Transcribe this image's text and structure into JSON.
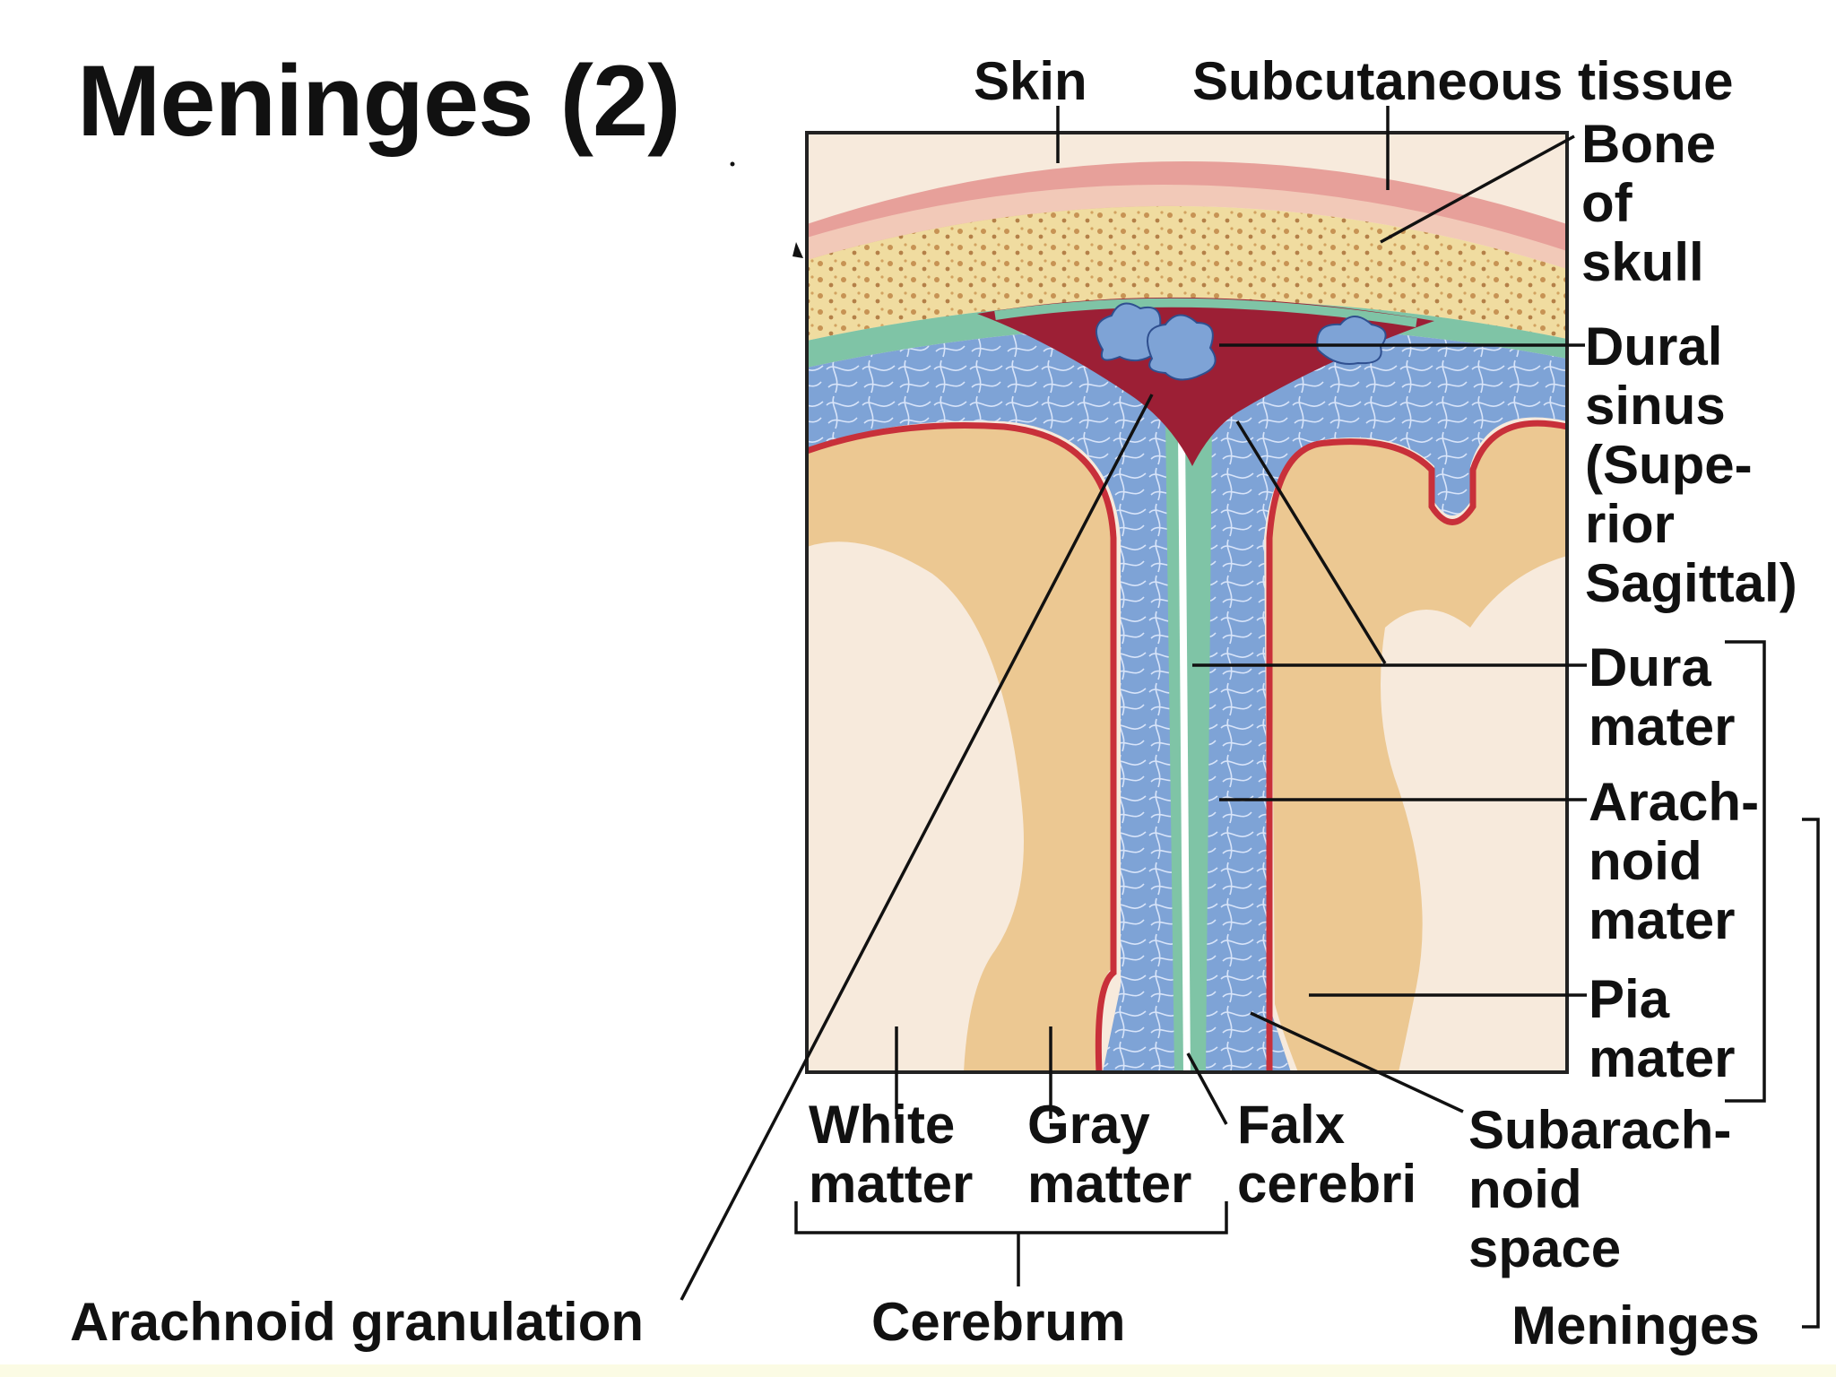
{
  "title": "Meninges (2)",
  "labels": {
    "skin": "Skin",
    "subcutaneous": "Subcutaneous tissue",
    "bone": [
      "Bone",
      "of",
      "skull"
    ],
    "dural_sinus": [
      "Dural",
      "sinus",
      "(Supe-",
      "rior",
      "Sagittal)"
    ],
    "dura_mater": [
      "Dura",
      "mater"
    ],
    "arachnoid_mater": [
      "Arach-",
      "noid",
      "mater"
    ],
    "pia_mater": [
      "Pia",
      "mater"
    ],
    "white_matter": [
      "White",
      "matter"
    ],
    "gray_matter": [
      "Gray",
      "matter"
    ],
    "falx_cerebri": [
      "Falx",
      "cerebri"
    ],
    "subarachnoid_space": [
      "Subarach-",
      "noid",
      "space"
    ],
    "arachnoid_granulation": "Arachnoid granulation",
    "cerebrum": "Cerebrum",
    "meninges": "Meninges"
  },
  "colors": {
    "skin": "#e7a09a",
    "bone": "#f0dca0",
    "dura": "#7fc4a6",
    "sinus": "#9c1f35",
    "arachnoid": "#7ea3d6",
    "pia": "#c8303a",
    "gray_matter": "#ecc892",
    "white_matter": "#f7eadc"
  }
}
